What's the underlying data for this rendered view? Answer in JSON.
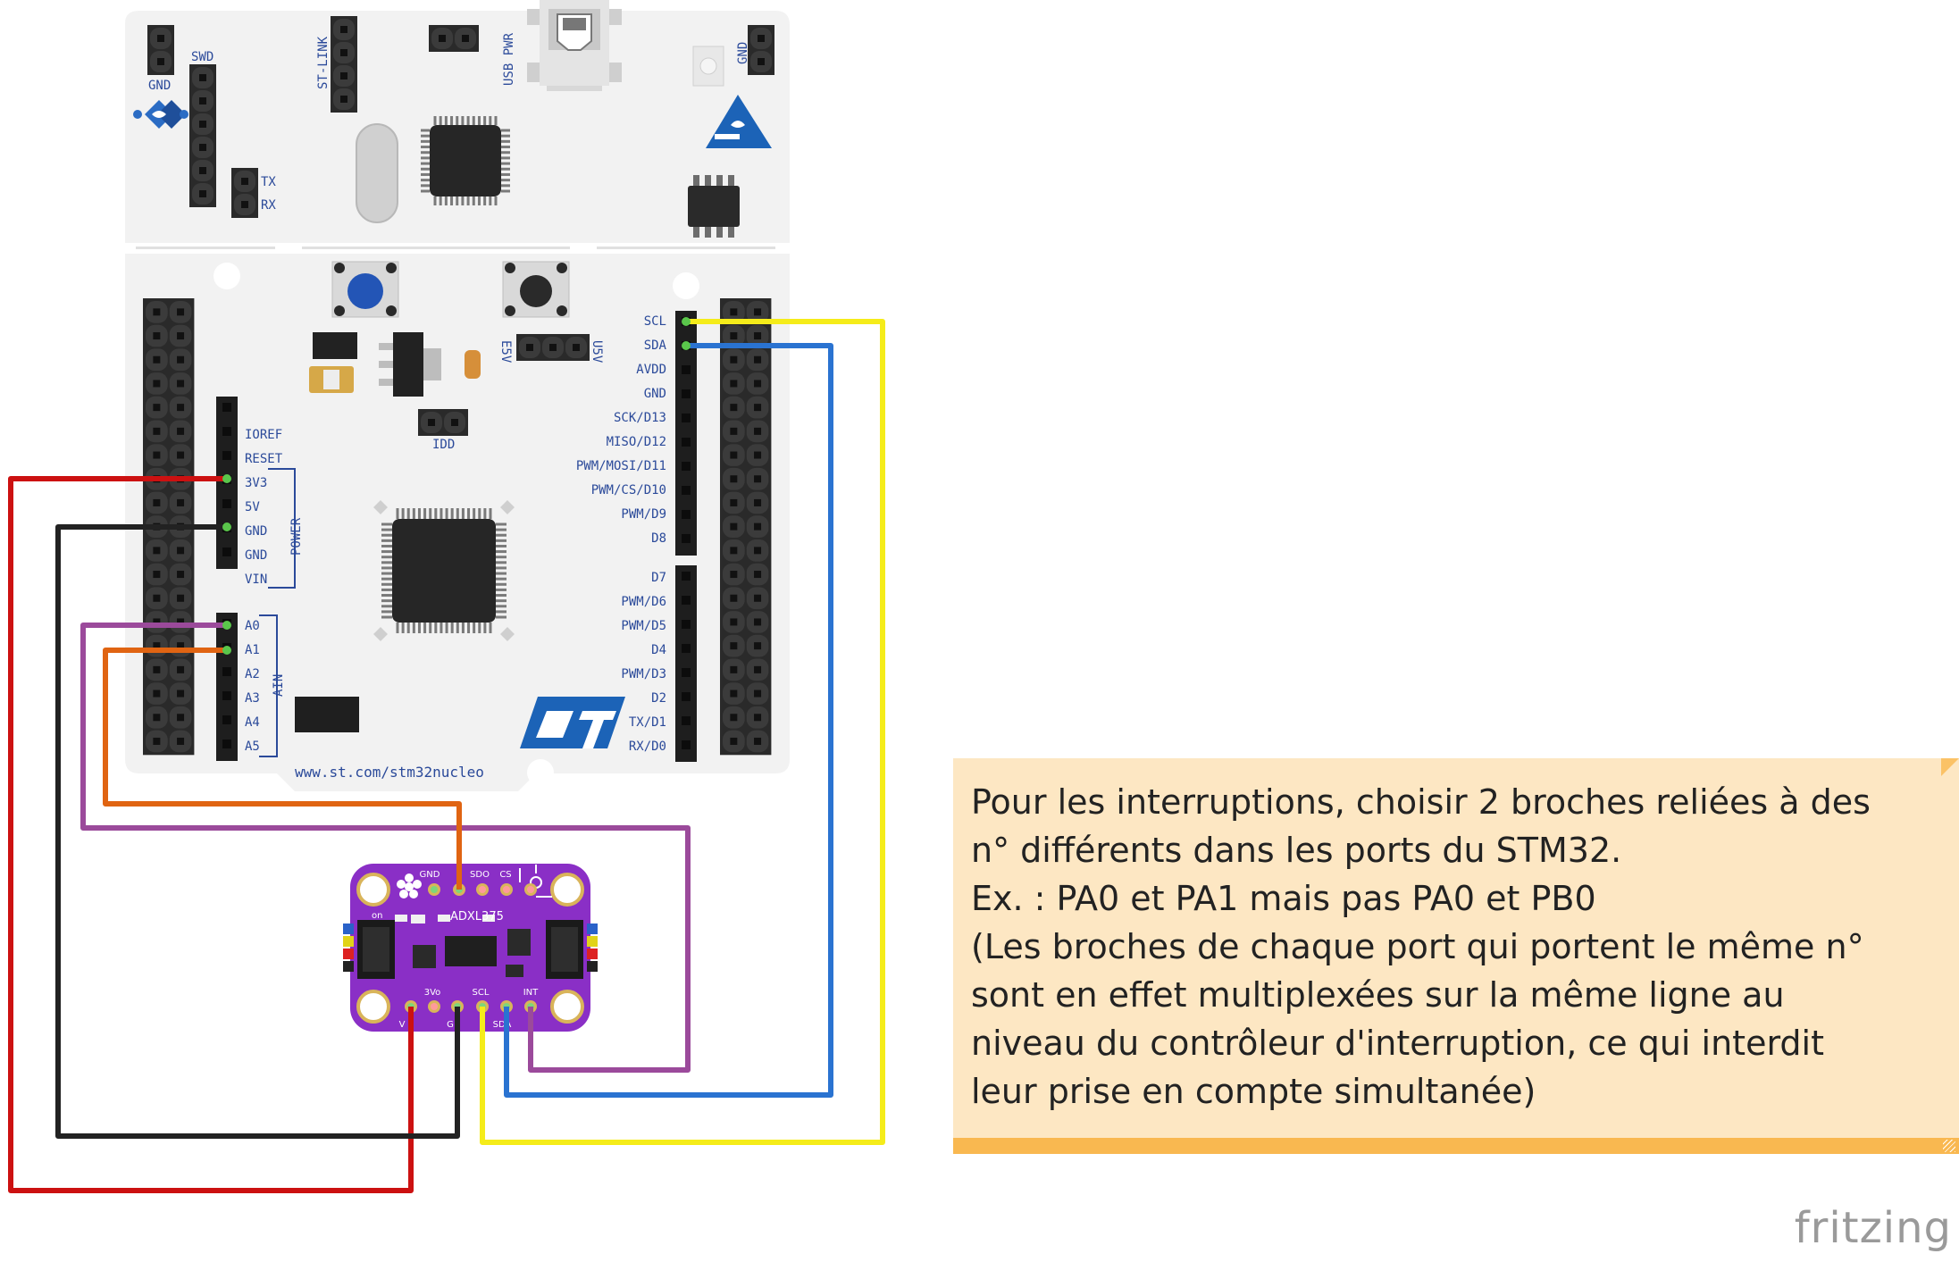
{
  "board": {
    "url": "www.st.com/stm32nucleo",
    "top_labels": {
      "gnd_left": "GND",
      "swd": "SWD",
      "st_link": "ST-LINK",
      "usb_pwr": "USB PWR",
      "gnd_right": "GND",
      "tx": "TX",
      "rx": "RX",
      "e5v": "E5V",
      "u5v": "U5V",
      "idd": "IDD"
    },
    "power_pins": [
      "IOREF",
      "RESET",
      "3V3",
      "5V",
      "GND",
      "GND",
      "VIN"
    ],
    "power_group": "POWER",
    "ain_pins": [
      "A0",
      "A1",
      "A2",
      "A3",
      "A4",
      "A5"
    ],
    "ain_group": "AIN",
    "right_pins_upper": [
      "SCL",
      "SDA",
      "AVDD",
      "GND",
      "SCK/D13",
      "MISO/D12",
      "PWM/MOSI/D11",
      "PWM/CS/D10",
      "PWM/D9",
      "D8"
    ],
    "right_pins_lower": [
      "D7",
      "PWM/D6",
      "PWM/D5",
      "D4",
      "PWM/D3",
      "D2",
      "TX/D1",
      "RX/D0"
    ],
    "colors": {
      "board": "#f2f2f2",
      "header": "#222222",
      "st_blue": "#1c63b7"
    }
  },
  "sensor": {
    "chip_label": "ADXL375",
    "top_pins": [
      "GND",
      "SDO",
      "CS"
    ],
    "bottom_pins": [
      "3Vo",
      "SCL",
      "INT"
    ],
    "on_label": "on",
    "bottom_edge_labels": [
      "V",
      "G",
      "SDA"
    ],
    "color": "#8a2fc6"
  },
  "wires": {
    "3v3": "#cc1111",
    "gnd": "#222222",
    "a0_int": "#9b4a9b",
    "a1_sdo": "#e06412",
    "scl": "#f5ec1a",
    "sda": "#2a73d1"
  },
  "note": {
    "lines": [
      "Pour les interruptions, choisir 2 broches reliées à des",
      "n° différents dans les ports du STM32.",
      "Ex. : PA0 et PA1 mais pas PA0 et PB0",
      "(Les broches de chaque port qui portent le même n°",
      "sont en effet multiplexées sur la même ligne au",
      "niveau du contrôleur d'interruption, ce qui interdit",
      "leur prise en compte simultanée)"
    ],
    "colors": {
      "fill": "#fde7c3",
      "bar": "#f9b850"
    }
  },
  "brand": "fritzing"
}
